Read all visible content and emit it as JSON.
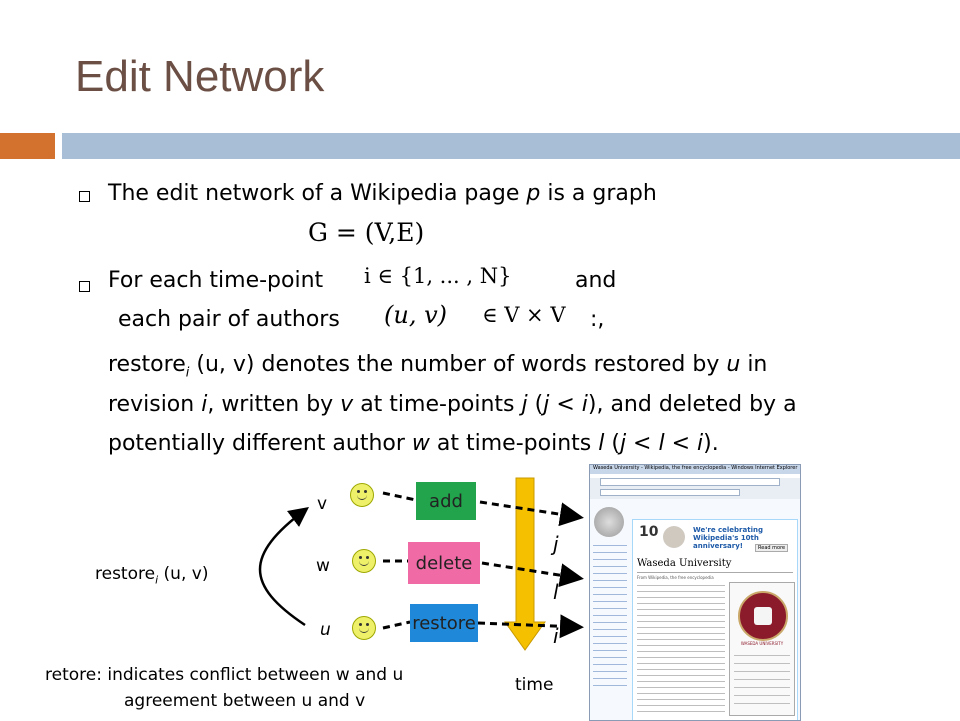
{
  "title": "Edit Network",
  "bullet1": {
    "text_before": "The edit network of a Wikipedia page ",
    "var": "p",
    "text_after": " is a graph",
    "formula": "G = (V,E)"
  },
  "bullet2": {
    "line1_before": "For each time-point ",
    "line1_formula": "i ∈ {1, ... , N}",
    "line1_after": "and",
    "line2_before": "each pair of authors ",
    "line2_formula_pair": "(u, v)",
    "line2_formula_set": "∈ V × V",
    "line2_after": ":,"
  },
  "definition": {
    "restore": "restore",
    "sub_i": "i",
    "args": " (u, v) ",
    "line1_rest": "denotes the number of words restored by ",
    "u": "u",
    "in": " in",
    "line2_a": "revision ",
    "i": "i",
    "line2_b": ", written by ",
    "v": "v",
    "line2_c": " at time-points ",
    "j": "j",
    "line2_d": " (",
    "j_lt_i": "j < i",
    "line2_e": "), and deleted by a",
    "line3_a": "potentially different author ",
    "w": "w",
    "line3_b": " at time-points ",
    "l": "l",
    "line3_c": " (",
    "j_lt_l_lt_i": "j < l < i",
    "line3_d": ")."
  },
  "diagram": {
    "authors": [
      "v",
      "w",
      "u"
    ],
    "actions": [
      {
        "label": "add",
        "color": "#21a44c"
      },
      {
        "label": "delete",
        "color": "#f06aa5"
      },
      {
        "label": "restore",
        "color": "#1f88d8"
      }
    ],
    "restore_label_main": "restore",
    "restore_label_sub": "i",
    "restore_label_args": " (u, v)",
    "time_labels": [
      "j",
      "l",
      "i"
    ],
    "time_axis_label": "time",
    "time_arrow_color": "#f5c000"
  },
  "notes": {
    "line1": "retore:  indicates conflict between w and u",
    "line2": "agreement between u and v"
  },
  "screenshot": {
    "window_title": "Waseda University - Wikipedia, the free encyclopedia - Windows Internet Explorer",
    "banner_number": "10",
    "banner_text": "We're celebrating Wikipedia's 10th anniversary!",
    "banner_button": "Read more",
    "article_title": "Waseda University",
    "article_subtitle": "From Wikipedia, the free encyclopedia",
    "seal_text": "WASEDA UNIVERSITY"
  }
}
